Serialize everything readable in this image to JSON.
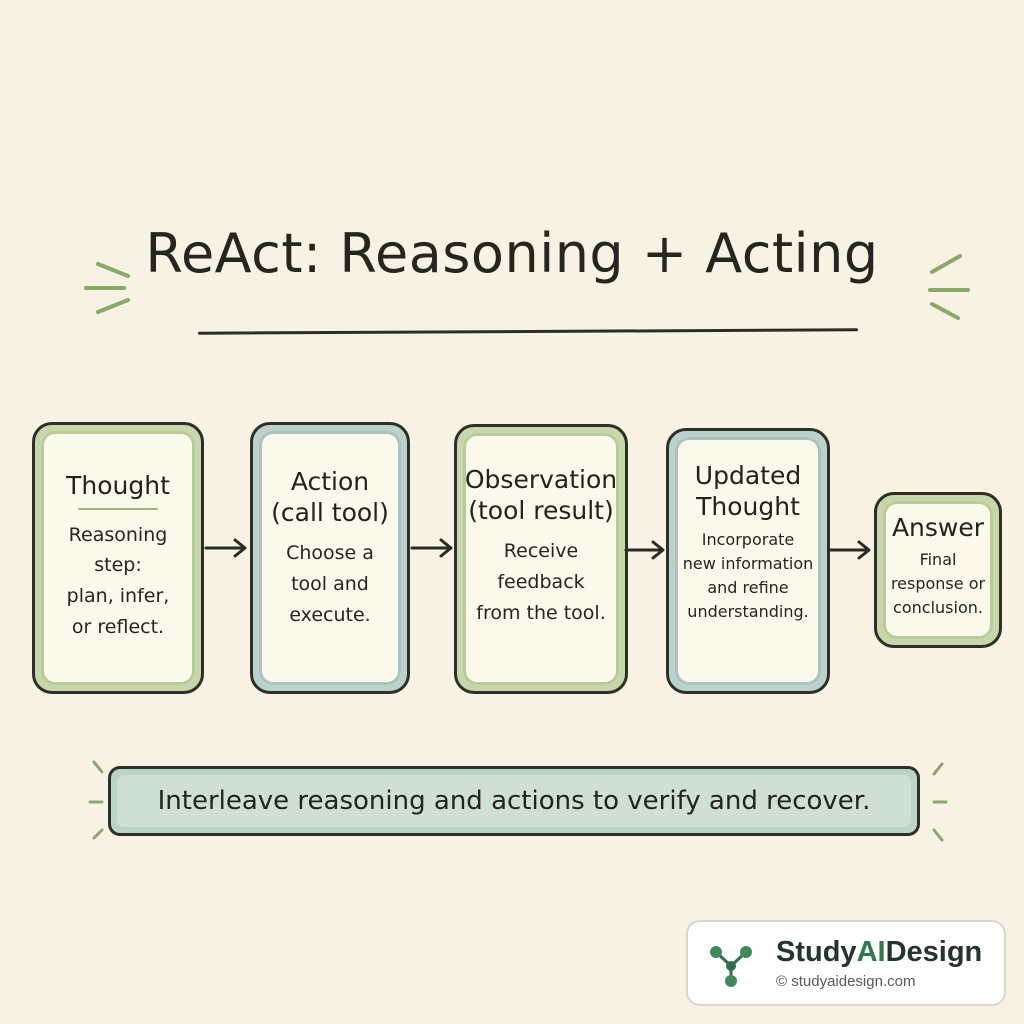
{
  "title": "ReAct: Reasoning + Acting",
  "steps": [
    {
      "heading": "Thought",
      "body": [
        "Reasoning",
        "step:",
        "plan, infer,",
        "or reflect."
      ]
    },
    {
      "heading": [
        "Action",
        "(call tool)"
      ],
      "body": [
        "Choose a",
        "tool and",
        "execute."
      ]
    },
    {
      "heading": [
        "Observation",
        "(tool result)"
      ],
      "body": [
        "Receive",
        "feedback",
        "from the tool."
      ]
    },
    {
      "heading": [
        "Updated",
        "Thought"
      ],
      "body": [
        "Incorporate",
        "new information",
        "and refine",
        "understanding."
      ]
    },
    {
      "heading": "Answer",
      "body": [
        "Final",
        "response or",
        "conclusion."
      ]
    }
  ],
  "banner": "Interleave reasoning and actions to verify and recover.",
  "logo": {
    "name_part1": "Study",
    "name_part2": "AI",
    "name_part3": "Design",
    "url": "© studyaidesign.com"
  },
  "colors": {
    "background": "#f7f2e3",
    "green_frame": "#c7d6ab",
    "blue_frame": "#bcd1cc",
    "accent": "#2f7a4a",
    "outline": "#2d3029"
  },
  "icons": [
    "sparkle-dashes-icon",
    "arrow-right-icon",
    "molecule-logo-icon"
  ]
}
